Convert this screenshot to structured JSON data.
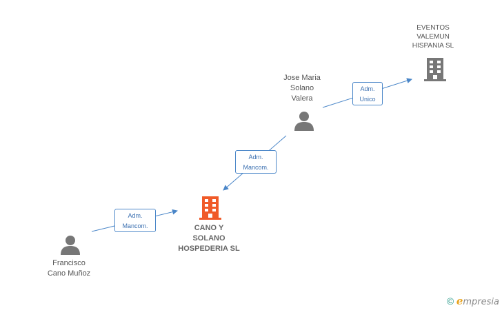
{
  "nodes": {
    "company_main": {
      "lines": [
        "CANO Y",
        "SOLANO",
        "HOSPEDERIA SL"
      ],
      "color": "#f05a28"
    },
    "company_other": {
      "lines": [
        "EVENTOS",
        "VALEMUN",
        "HISPANIA SL"
      ],
      "color": "#777777"
    },
    "person_jose": {
      "lines": [
        "Jose Maria",
        "Solano",
        "Valera"
      ]
    },
    "person_francisco": {
      "lines": [
        "Francisco",
        "Cano Muñoz"
      ]
    }
  },
  "relations": {
    "jose_to_other": {
      "lines": [
        "Adm.",
        "Unico"
      ]
    },
    "jose_to_main": {
      "lines": [
        "Adm.",
        "Mancom."
      ]
    },
    "francisco_to_main": {
      "lines": [
        "Adm.",
        "Mancom."
      ]
    }
  },
  "watermark": {
    "copyright": "©",
    "brand_first": "e",
    "brand_rest": "mpresia"
  },
  "colors": {
    "edge": "#4a86c8",
    "person_icon": "#777777"
  }
}
